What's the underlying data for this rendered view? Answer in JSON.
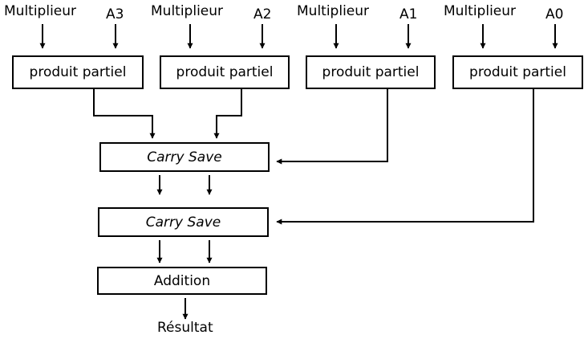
{
  "diagram": {
    "inputs": [
      {
        "multiplier_label": "Multiplieur",
        "digit_label": "A3"
      },
      {
        "multiplier_label": "Multiplieur",
        "digit_label": "A2"
      },
      {
        "multiplier_label": "Multiplieur",
        "digit_label": "A1"
      },
      {
        "multiplier_label": "Multiplieur",
        "digit_label": "A0"
      }
    ],
    "partial_products": [
      {
        "label": "produit partiel"
      },
      {
        "label": "produit partiel"
      },
      {
        "label": "produit partiel"
      },
      {
        "label": "produit partiel"
      }
    ],
    "carry_save_1": {
      "label": "Carry Save"
    },
    "carry_save_2": {
      "label": "Carry Save"
    },
    "addition": {
      "label": "Addition"
    },
    "result": {
      "label": "Résultat"
    }
  }
}
